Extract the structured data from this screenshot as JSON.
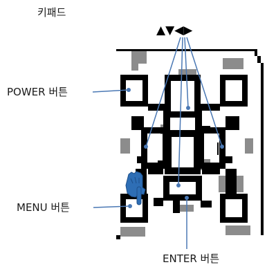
{
  "figure": {
    "title": "키패드",
    "labels": {
      "arrows": "▲▼◀▶",
      "power": "POWER 버튼",
      "menu": "MENU 버튼",
      "enter": "ENTER 버튼"
    }
  },
  "colors": {
    "leader": "#4a78b4",
    "hand": "#2e6eb5",
    "pixel_black": "#000000",
    "pixel_gray": "#8c8c8c"
  },
  "icons": {
    "pointer": "pointing-hand-icon"
  }
}
